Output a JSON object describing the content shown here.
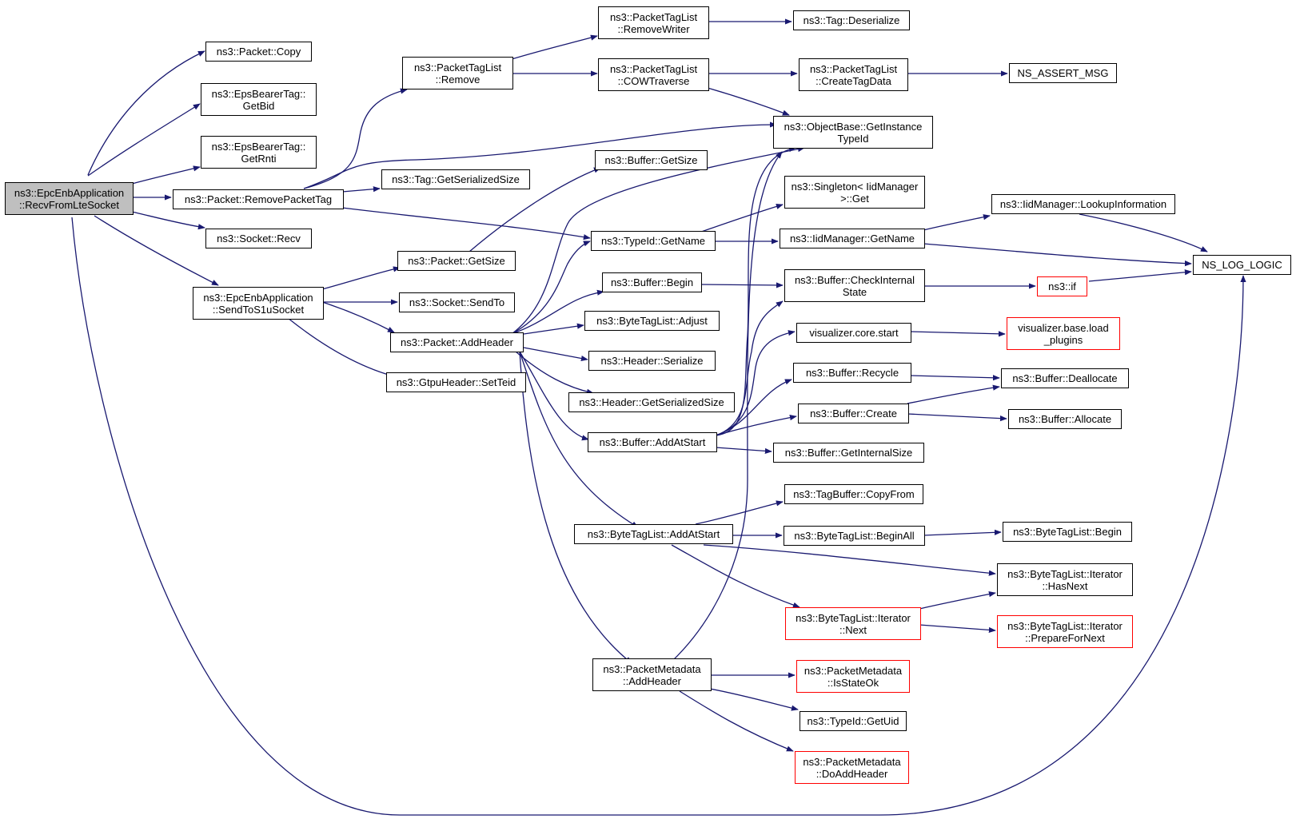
{
  "colors": {
    "edge": "#191970",
    "node_border": "#000000",
    "truncated_border": "#ff0000",
    "root_fill": "#bfbfbf"
  },
  "nodes": {
    "root": {
      "line1": "ns3::EpcEnbApplication",
      "line2": "::RecvFromLteSocket"
    },
    "packet_copy": {
      "line1": "ns3::Packet::Copy"
    },
    "epsbearer_getbid": {
      "line1": "ns3::EpsBearerTag::",
      "line2": "GetBid"
    },
    "epsbearer_getrnti": {
      "line1": "ns3::EpsBearerTag::",
      "line2": "GetRnti"
    },
    "packet_removepackettag": {
      "line1": "ns3::Packet::RemovePacketTag"
    },
    "socket_recv": {
      "line1": "ns3::Socket::Recv"
    },
    "sendtos1usocket": {
      "line1": "ns3::EpcEnbApplication",
      "line2": "::SendToS1uSocket"
    },
    "packettaglist_remove": {
      "line1": "ns3::PacketTagList",
      "line2": "::Remove"
    },
    "tag_getserializedsize": {
      "line1": "ns3::Tag::GetSerializedSize"
    },
    "packet_getsize": {
      "line1": "ns3::Packet::GetSize"
    },
    "socket_sendto": {
      "line1": "ns3::Socket::SendTo"
    },
    "packet_addheader": {
      "line1": "ns3::Packet::AddHeader"
    },
    "gtpuheader_setteid": {
      "line1": "ns3::GtpuHeader::SetTeid"
    },
    "packettaglist_removewriter": {
      "line1": "ns3::PacketTagList",
      "line2": "::RemoveWriter"
    },
    "packettaglist_cowtraverse": {
      "line1": "ns3::PacketTagList",
      "line2": "::COWTraverse"
    },
    "buffer_getsize": {
      "line1": "ns3::Buffer::GetSize"
    },
    "typeid_getname": {
      "line1": "ns3::TypeId::GetName"
    },
    "buffer_begin": {
      "line1": "ns3::Buffer::Begin"
    },
    "bytetaglist_adjust": {
      "line1": "ns3::ByteTagList::Adjust"
    },
    "header_serialize": {
      "line1": "ns3::Header::Serialize"
    },
    "header_getserializedsize": {
      "line1": "ns3::Header::GetSerializedSize"
    },
    "buffer_addatstart": {
      "line1": "ns3::Buffer::AddAtStart"
    },
    "bytetaglist_addatstart": {
      "line1": "ns3::ByteTagList::AddAtStart"
    },
    "packetmetadata_addheader": {
      "line1": "ns3::PacketMetadata",
      "line2": "::AddHeader"
    },
    "tag_deserialize": {
      "line1": "ns3::Tag::Deserialize"
    },
    "packettaglist_createtagdata": {
      "line1": "ns3::PacketTagList",
      "line2": "::CreateTagData"
    },
    "objectbase_getinstancetypeid": {
      "line1": "ns3::ObjectBase::GetInstance",
      "line2": "TypeId"
    },
    "singleton_get": {
      "line1": "ns3::Singleton< IidManager",
      "line2": ">::Get"
    },
    "iidmanager_getname": {
      "line1": "ns3::IidManager::GetName"
    },
    "buffer_checkinternalstate": {
      "line1": "ns3::Buffer::CheckInternal",
      "line2": "State"
    },
    "visualizer_core_start": {
      "line1": "visualizer.core.start"
    },
    "buffer_recycle": {
      "line1": "ns3::Buffer::Recycle"
    },
    "buffer_create": {
      "line1": "ns3::Buffer::Create"
    },
    "buffer_getinternalsize": {
      "line1": "ns3::Buffer::GetInternalSize"
    },
    "tagbuffer_copyfrom": {
      "line1": "ns3::TagBuffer::CopyFrom"
    },
    "bytetaglist_beginall": {
      "line1": "ns3::ByteTagList::BeginAll"
    },
    "iterator_next": {
      "line1": "ns3::ByteTagList::Iterator",
      "line2": "::Next"
    },
    "packetmetadata_isstateok": {
      "line1": "ns3::PacketMetadata",
      "line2": "::IsStateOk"
    },
    "typeid_getuid": {
      "line1": "ns3::TypeId::GetUid"
    },
    "packetmetadata_doaddheader": {
      "line1": "ns3::PacketMetadata",
      "line2": "::DoAddHeader"
    },
    "ns_assert_msg": {
      "line1": "NS_ASSERT_MSG"
    },
    "iidmanager_lookupinformation": {
      "line1": "ns3::IidManager::LookupInformation"
    },
    "ns3_if": {
      "line1": "ns3::if"
    },
    "visualizer_base_load_plugins": {
      "line1": "visualizer.base.load",
      "line2": "_plugins"
    },
    "buffer_deallocate": {
      "line1": "ns3::Buffer::Deallocate"
    },
    "buffer_allocate": {
      "line1": "ns3::Buffer::Allocate"
    },
    "bytetaglist_begin": {
      "line1": "ns3::ByteTagList::Begin"
    },
    "iterator_hasnext": {
      "line1": "ns3::ByteTagList::Iterator",
      "line2": "::HasNext"
    },
    "iterator_prepareforenext": {
      "line1": "ns3::ByteTagList::Iterator",
      "line2": "::PrepareForNext"
    },
    "ns_log_logic": {
      "line1": "NS_LOG_LOGIC"
    }
  }
}
